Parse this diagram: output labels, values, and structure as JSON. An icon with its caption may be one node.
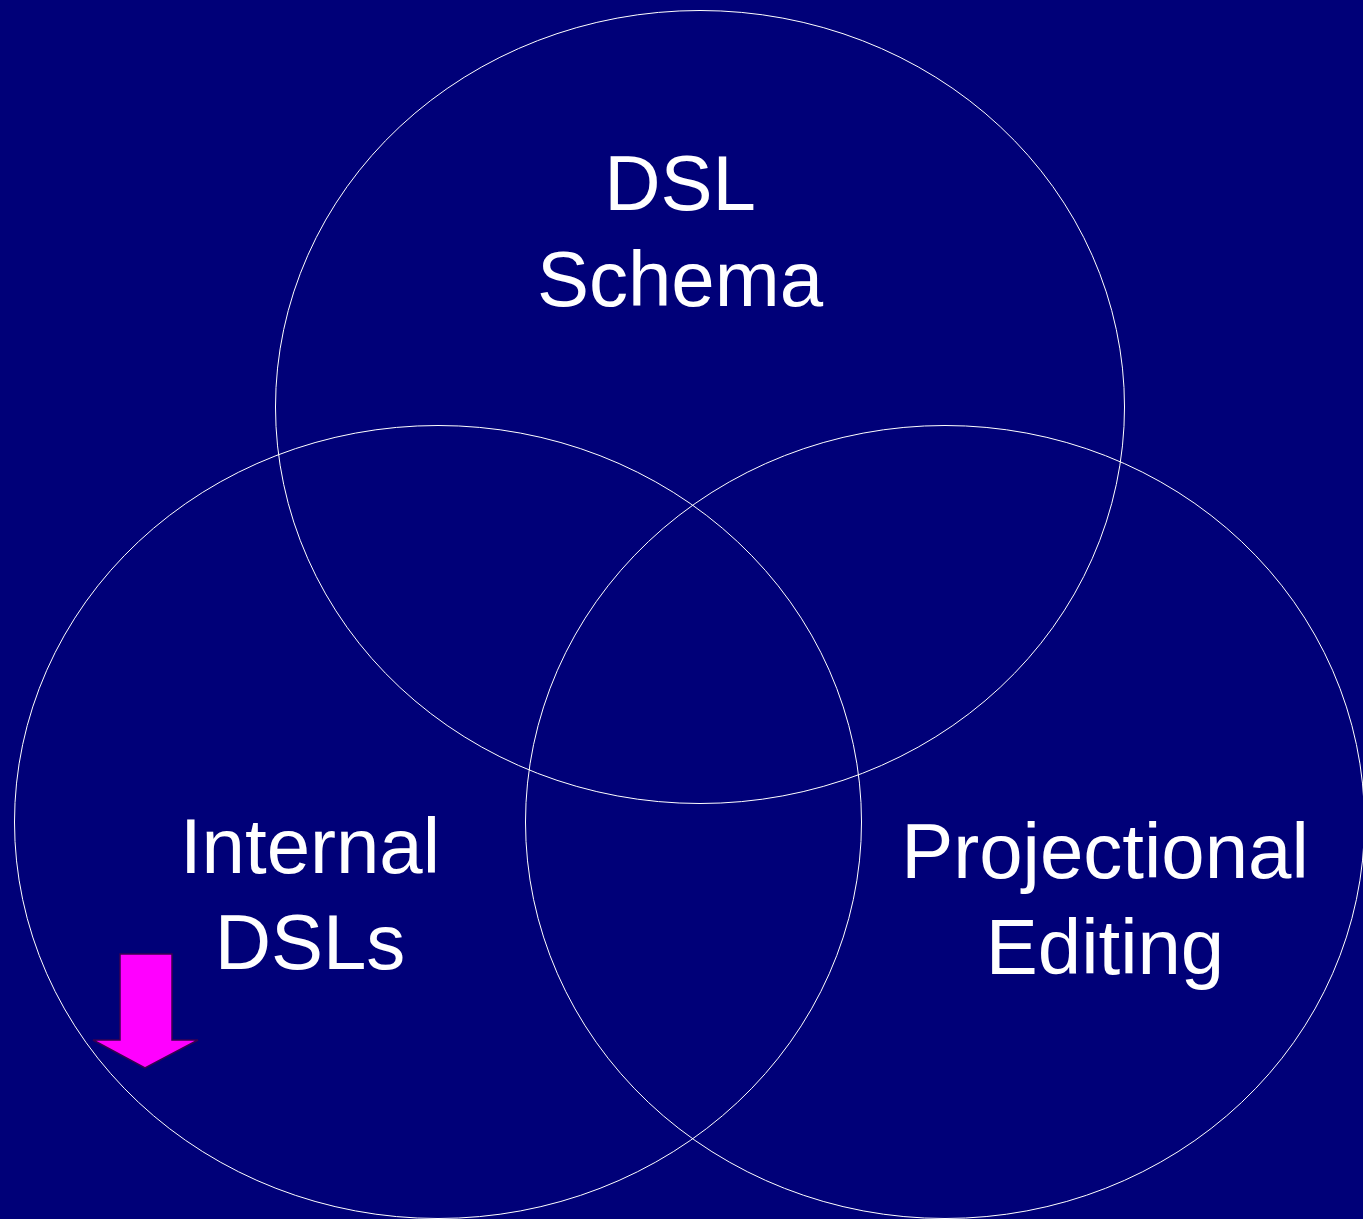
{
  "diagram": {
    "nodes": [
      {
        "text": [
          "DSL Schema"
        ]
      },
      {
        "text": [
          "Internal DSLs"
        ]
      },
      {
        "text": [
          "Projectional Editing"
        ]
      }
    ]
  }
}
